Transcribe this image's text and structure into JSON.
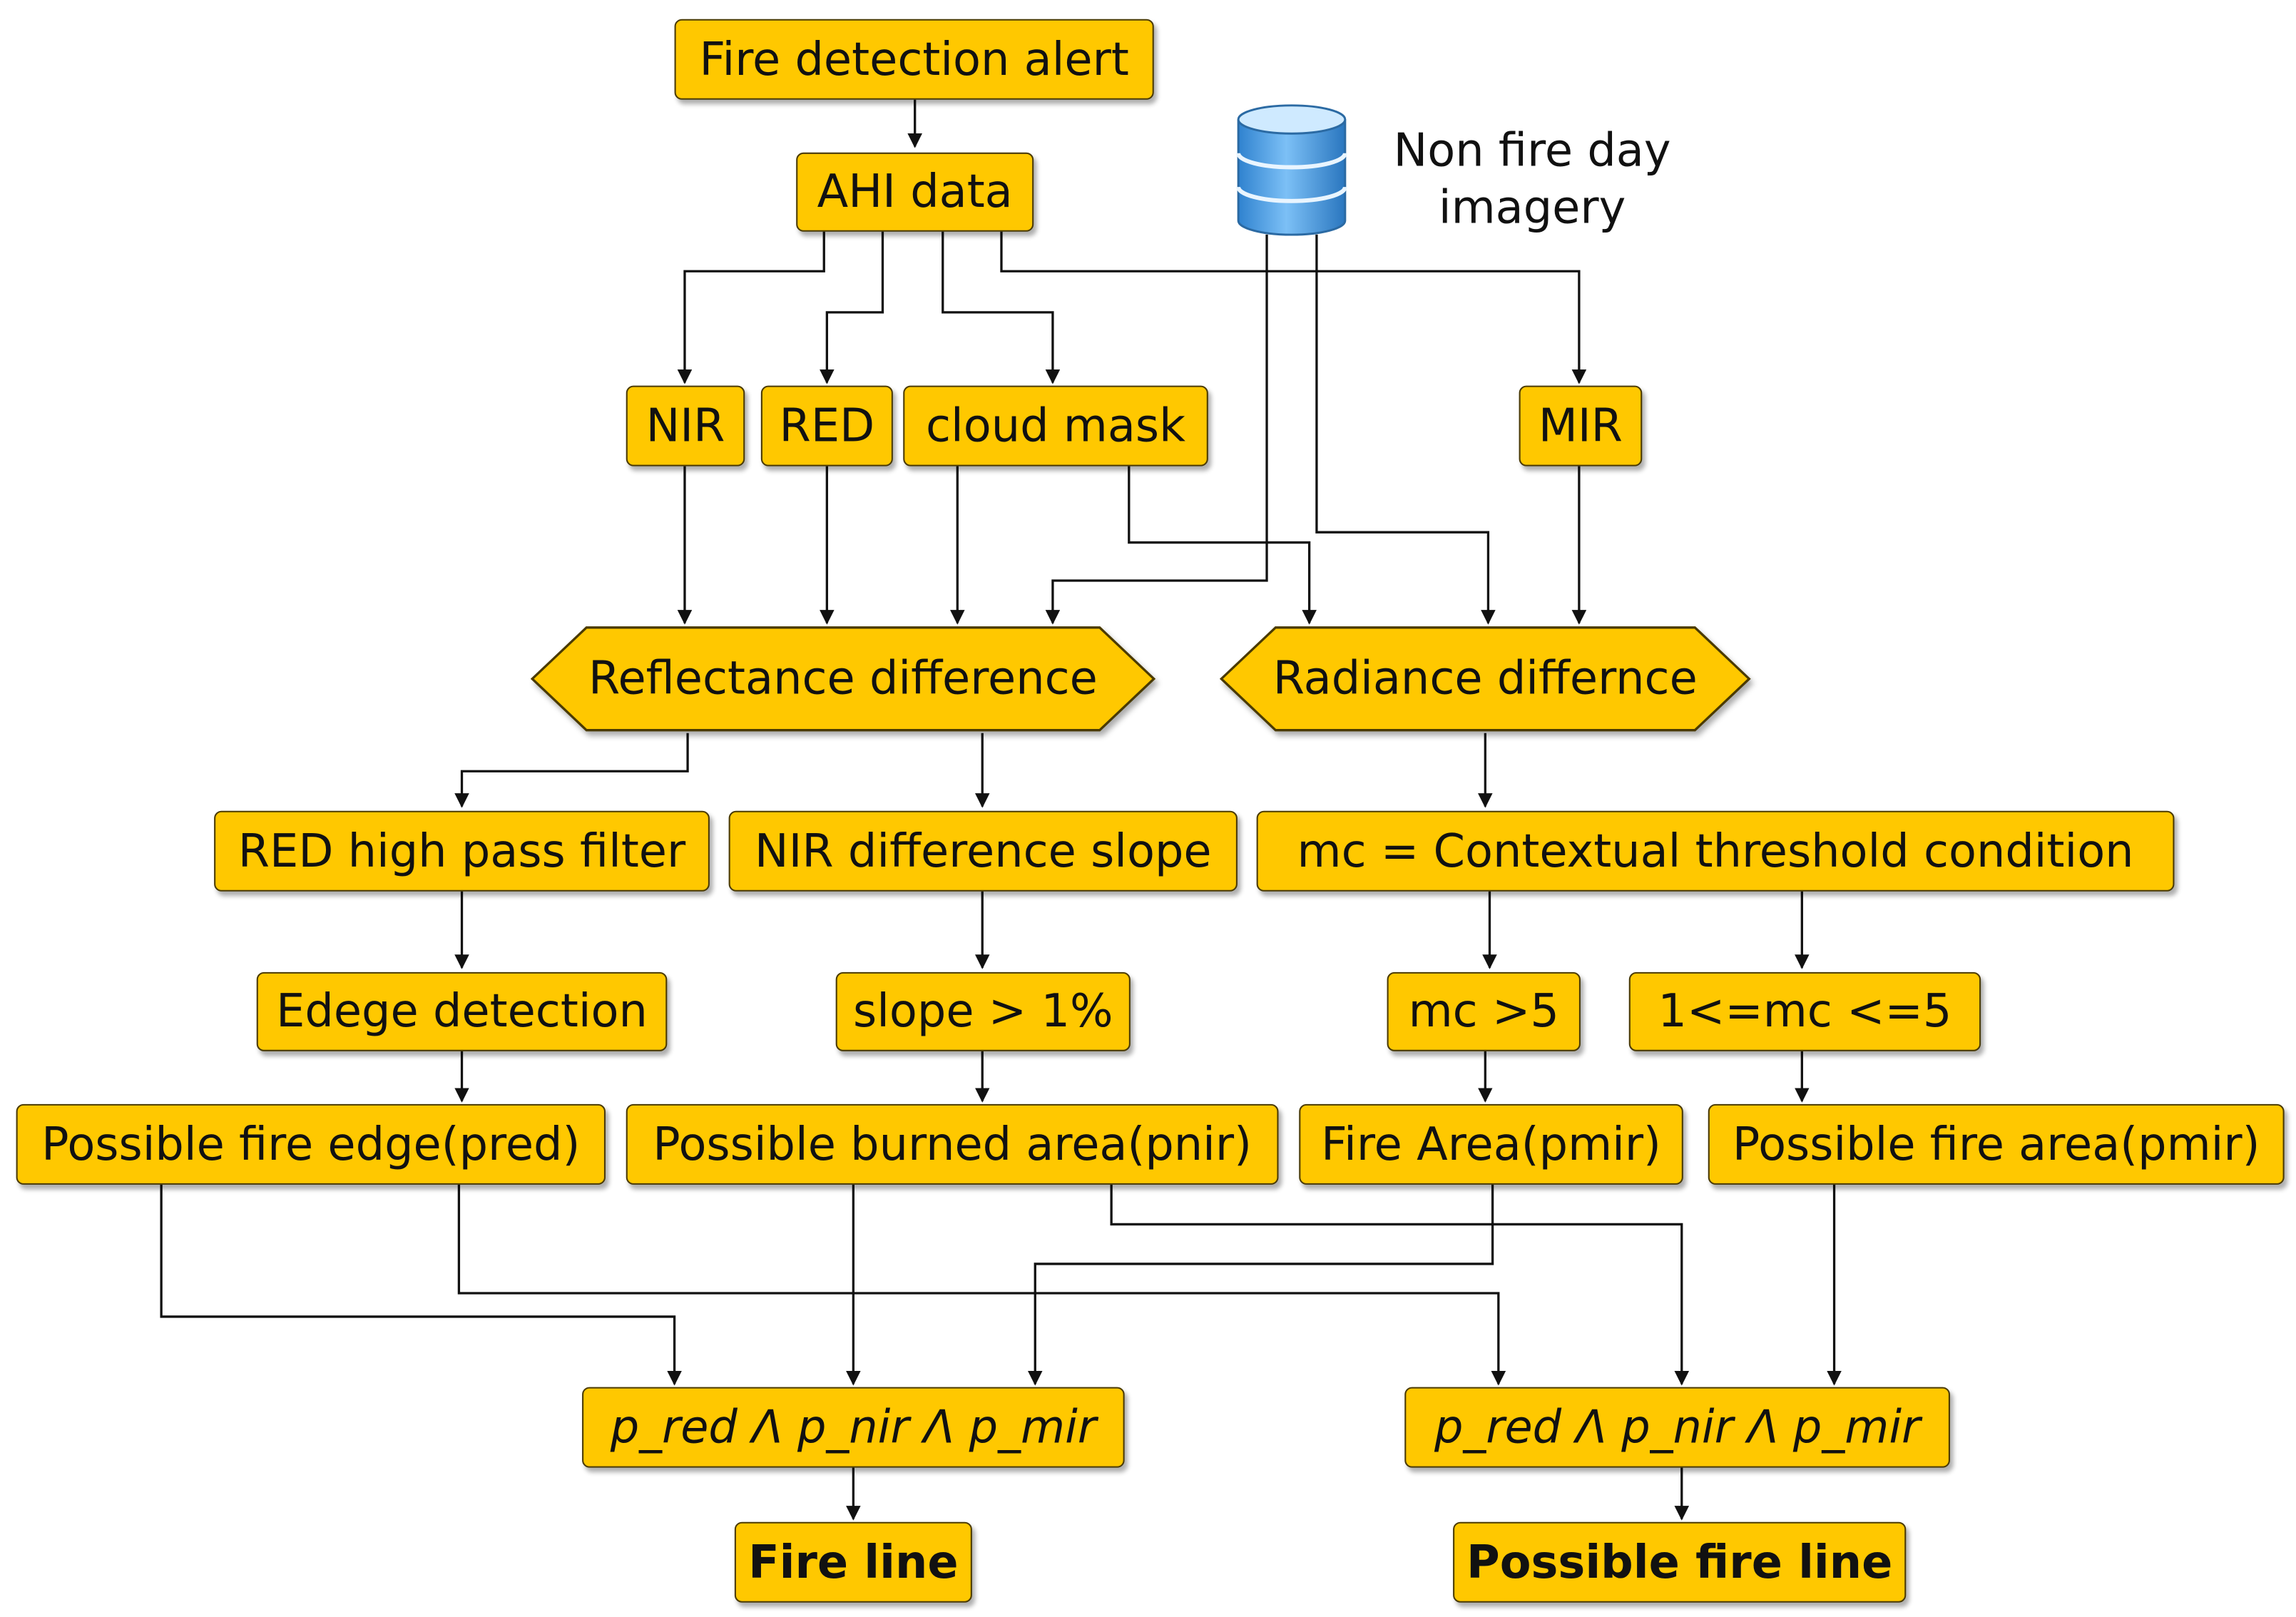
{
  "nodes": {
    "fire_alert": "Fire detection alert",
    "ahi_data": "AHI data",
    "database_label_line1": "Non fire day",
    "database_label_line2": "imagery",
    "nir": "NIR",
    "red": "RED",
    "cloud_mask": "cloud mask",
    "mir": "MIR",
    "reflectance_difference": "Reflectance difference",
    "radiance_difference": "Radiance differnce",
    "red_high_pass": "RED high pass filter",
    "nir_diff_slope": "NIR difference slope",
    "contextual_threshold": "mc = Contextual threshold condition",
    "edge_detection": "Edege detection",
    "slope_condition": "slope > 1%",
    "mc_gt5": "mc >5",
    "mc_range": "1<=mc <=5",
    "possible_fire_edge": "Possible fire edge(pred)",
    "possible_burned_area": "Possible burned area(pnir)",
    "fire_area": "Fire Area(pmir)",
    "possible_fire_area": "Possible fire area(pmir)",
    "and_left": "p_red Λ p_nir Λ p_mir",
    "and_right": "p_red Λ p_nir Λ p_mir",
    "fire_line": "Fire line",
    "possible_fire_line": "Possible fire line"
  },
  "colors": {
    "box_fill": "#ffc800",
    "box_border": "#4a3a00",
    "wire": "#111111",
    "db_top": "#bfe3ff",
    "db_body": "#3a93dc"
  },
  "icons": [
    "database-icon"
  ]
}
